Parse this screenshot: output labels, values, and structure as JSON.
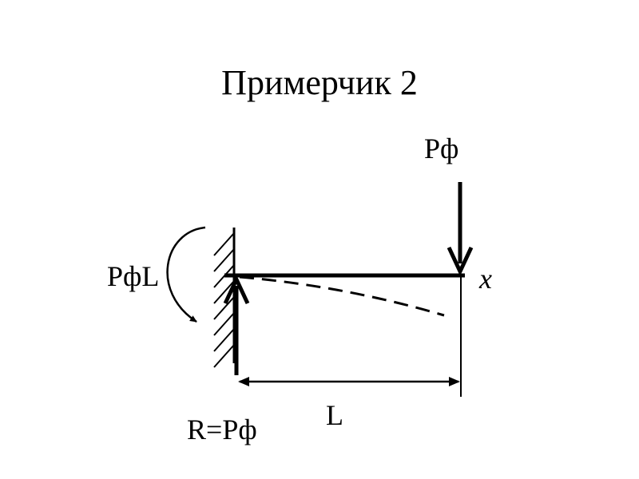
{
  "title": "Примерчик 2",
  "labels": {
    "force_top": "Pф",
    "moment": "PфL",
    "axis": "x",
    "reaction": "R=Pф",
    "length": "L"
  },
  "colors": {
    "ink": "#000000",
    "background": "#ffffff"
  }
}
